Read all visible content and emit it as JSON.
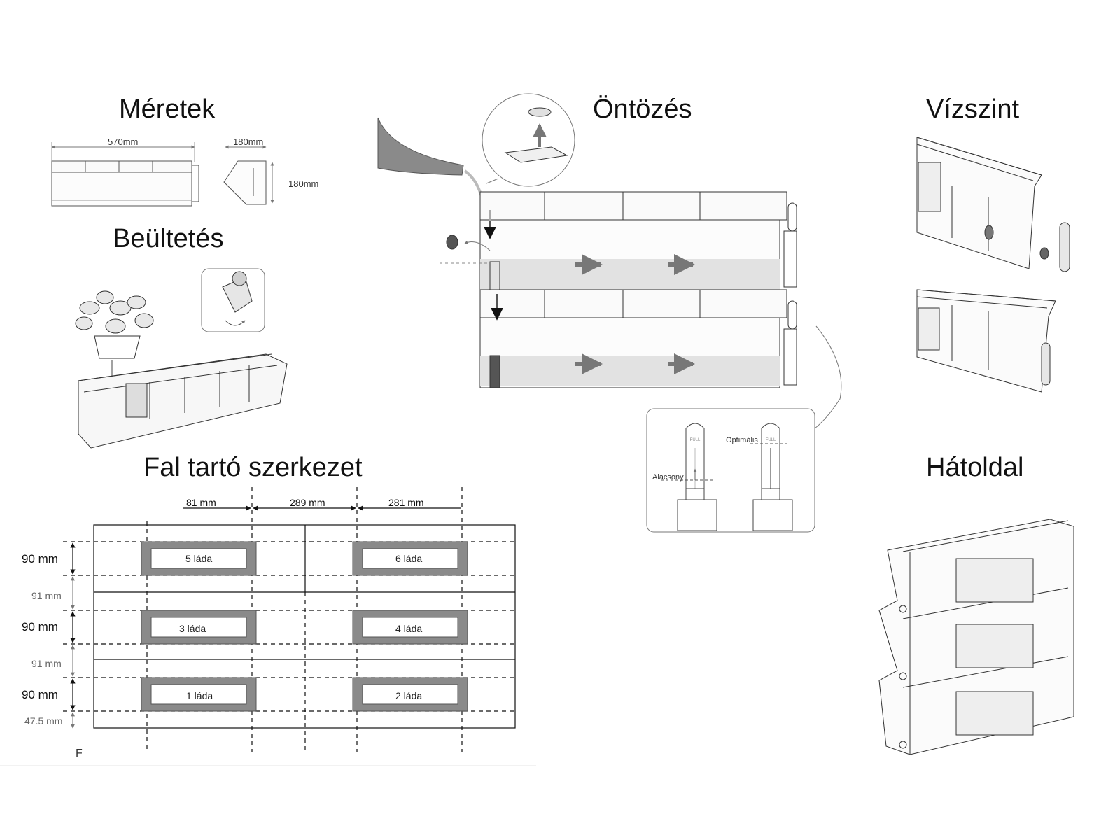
{
  "sections": {
    "dimensions": {
      "title": "Méretek",
      "length": "570mm",
      "depth": "180mm",
      "height": "180mm"
    },
    "planting": {
      "title": "Beültetés"
    },
    "irrigation": {
      "title": "Öntözés"
    },
    "water_level": {
      "title": "Vízszint",
      "gauge_low_label": "Alacsony",
      "gauge_optimal_label": "Optimális",
      "gauge_full_text": "FULL"
    },
    "back": {
      "title": "Hátoldal"
    },
    "wall_mount": {
      "title": "Fal tartó szerkezet",
      "col_dims": [
        "81 mm",
        "289 mm",
        "281 mm"
      ],
      "row_dims": [
        "90 mm",
        "91 mm",
        "90 mm",
        "91 mm",
        "90 mm",
        "47.5 mm"
      ],
      "boxes": [
        "5 láda",
        "6 láda",
        "3 láda",
        "4 láda",
        "1 láda",
        "2 láda"
      ],
      "corner_mark": "F"
    }
  }
}
